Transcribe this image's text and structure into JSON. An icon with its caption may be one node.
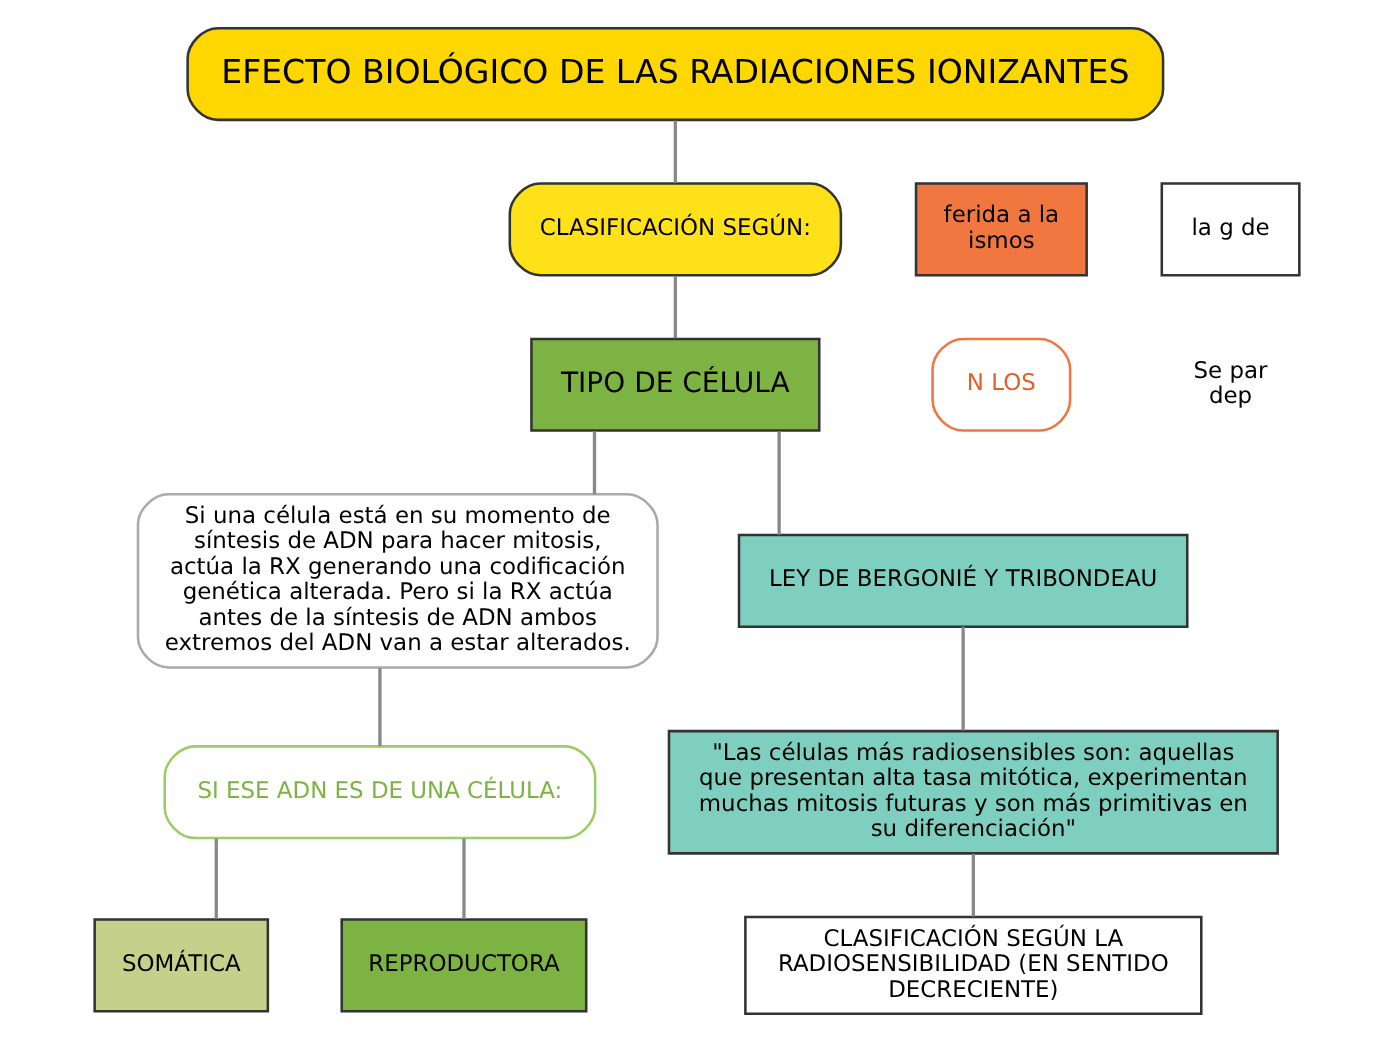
{
  "diagram": {
    "nodes": [
      {
        "text": [
          "EFECTO BIOLÓGICO DE LAS RADIACIONES IONIZANTES"
        ]
      },
      {
        "text": [
          "CLASIFICACIÓN SEGÚN:"
        ]
      },
      {
        "text": [
          "TIPO DE CÉLULA"
        ]
      },
      {
        "text": [
          "Si una célula está en su momento de síntesis de ADN para hacer mitosis, actúa la RX generando una codificación genética alterada. Pero si la RX actúa antes de la síntesis de ADN ambos extremos del ADN van a estar alterados."
        ]
      },
      {
        "text": [
          "LEY DE BERGONIÉ Y TRIBONDEAU"
        ]
      },
      {
        "text": [
          "SI ESE ADN ES DE UNA CÉLULA:"
        ]
      },
      {
        "text": [
          "\"Las células más radiosensibles son: aquellas que presentan alta tasa mitótica, experimentan muchas mitosis futuras y son más primitivas en su diferenciación\""
        ]
      },
      {
        "text": [
          "SOMÁTICA"
        ]
      },
      {
        "text": [
          "REPRODUCTORA"
        ]
      },
      {
        "text": [
          "CLASIFICACIÓN SEGÚN LA RADIOSENSIBILIDAD (EN SENTIDO DECRECIENTE)"
        ]
      },
      {
        "text": [
          "ferida a la ismos"
        ]
      },
      {
        "text": [
          "N LOS"
        ]
      },
      {
        "text": [
          "la g de"
        ]
      },
      {
        "text": [
          "Se par dep"
        ]
      }
    ],
    "edges": [
      {
        "from": 0,
        "to": 1,
        "arrow": "none"
      },
      {
        "from": 1,
        "to": 2,
        "arrow": "none"
      },
      {
        "from": 2,
        "to": 3,
        "arrow": "none"
      },
      {
        "from": 2,
        "to": 4,
        "arrow": "none"
      },
      {
        "from": 3,
        "to": 5,
        "arrow": "none"
      },
      {
        "from": 4,
        "to": 6,
        "arrow": "none"
      },
      {
        "from": 5,
        "to": 7,
        "arrow": "none"
      },
      {
        "from": 5,
        "to": 8,
        "arrow": "none"
      },
      {
        "from": 6,
        "to": 9,
        "arrow": "none"
      }
    ]
  }
}
